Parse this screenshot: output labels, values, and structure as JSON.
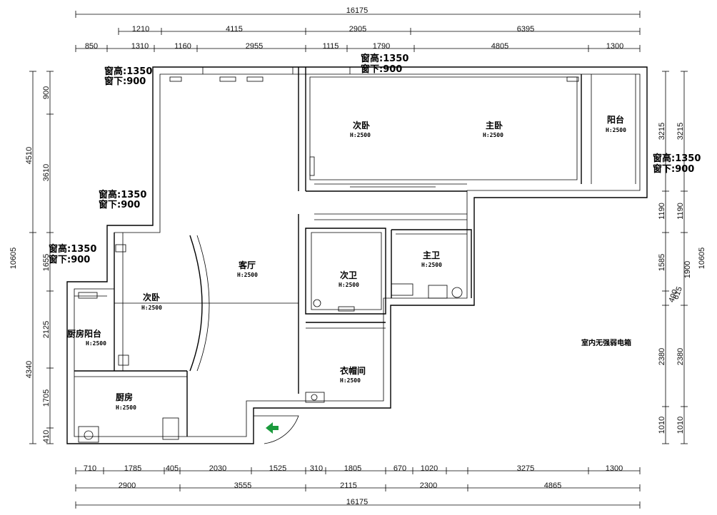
{
  "dimensions": {
    "top_total": "16175",
    "top_row1": [
      "1210",
      "4115",
      "2905",
      "6395"
    ],
    "top_row2": [
      "850",
      "1310",
      "1160",
      "2955",
      "1115",
      "1790",
      "4805",
      "1300"
    ],
    "bottom_row1": [
      "710",
      "1785",
      "405",
      "2030",
      "1525",
      "310",
      "1805",
      "670",
      "1020",
      "3275",
      "1300"
    ],
    "bottom_row2": [
      "2900",
      "3555",
      "2115",
      "2300",
      "4865"
    ],
    "bottom_total": "16175",
    "left_outer": [
      "4510",
      "10605",
      "4340"
    ],
    "left_inner": [
      "900",
      "3610",
      "1655",
      "2125",
      "1705",
      "410"
    ],
    "right_inner": [
      "3215",
      "1190",
      "1585",
      "400",
      "2380",
      "1010"
    ],
    "right_outer": [
      "3215",
      "1190",
      "1900",
      "10605",
      "2380",
      "1010"
    ],
    "right_extra": "615"
  },
  "windows": [
    {
      "h": "窗高:1350",
      "d": "窗下:900"
    },
    {
      "h": "窗高:1350",
      "d": "窗下:900"
    },
    {
      "h": "窗高:1350",
      "d": "窗下:900"
    },
    {
      "h": "窗高:1350",
      "d": "窗下:900"
    },
    {
      "h": "窗高:1350",
      "d": "窗下:900"
    }
  ],
  "rooms": [
    {
      "name": "次卧",
      "height": "H:2500"
    },
    {
      "name": "主卧",
      "height": "H:2500"
    },
    {
      "name": "阳台",
      "height": "H:2500"
    },
    {
      "name": "客厅",
      "height": "H:2500"
    },
    {
      "name": "次卧",
      "height": "H:2500"
    },
    {
      "name": "次卫",
      "height": "H:2500"
    },
    {
      "name": "主卫",
      "height": "H:2500"
    },
    {
      "name": "厨房阳台",
      "height": "H:2500"
    },
    {
      "name": "厨房",
      "height": "H:2500"
    },
    {
      "name": "衣帽间",
      "height": "H:2500"
    }
  ],
  "note": "室内无强弱电箱",
  "entrance_arrow_color": "#1a9a3c"
}
